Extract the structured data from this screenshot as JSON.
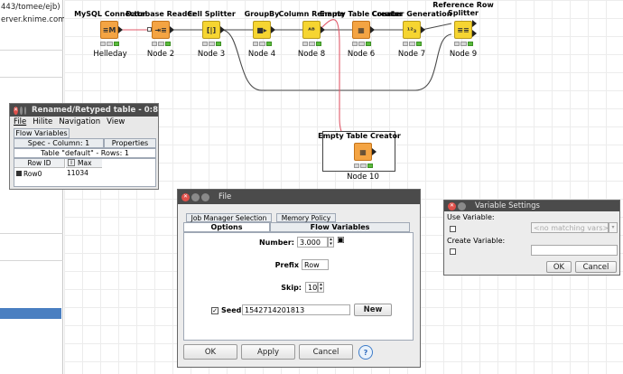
{
  "left_panel": {
    "lines": [
      "443/tomee/ejb)",
      "erver.knime.com"
    ]
  },
  "workflow": {
    "nodes": [
      {
        "title": "MySQL Connector",
        "label": "Helleday",
        "icon": "database-connector-icon",
        "glyph": "≡M"
      },
      {
        "title": "Database Reader",
        "label": "Node 2",
        "icon": "database-reader-icon",
        "glyph": "⇥≡"
      },
      {
        "title": "Cell Splitter",
        "label": "Node 3",
        "icon": "cell-splitter-icon",
        "glyph": "[|]"
      },
      {
        "title": "GroupBy",
        "label": "Node 4",
        "icon": "groupby-icon",
        "glyph": "■▸"
      },
      {
        "title": "Column Rename",
        "label": "Node 8",
        "icon": "column-rename-icon",
        "glyph": "ᴬᴮ"
      },
      {
        "title": "Empty Table Creator",
        "label": "Node 6",
        "icon": "table-creator-icon",
        "glyph": "▦"
      },
      {
        "title": "Counter Generation",
        "label": "Node 7",
        "icon": "counter-generation-icon",
        "glyph": "¹²₃"
      },
      {
        "title": "Reference Row Splitter",
        "label": "Node 9",
        "icon": "row-splitter-icon",
        "glyph": "≡≡"
      },
      {
        "title": "Empty Table Creator",
        "label": "Node 10",
        "icon": "table-creator-icon",
        "glyph": "▦"
      }
    ]
  },
  "table_window": {
    "title": "Renamed/Retyped table - 0:8",
    "menu": [
      "File",
      "Hilite",
      "Navigation",
      "View"
    ],
    "tab_flow": "Flow Variables",
    "tab_spec": "Spec - Column: 1",
    "tab_props": "Properties",
    "table_caption": "Table \"default\" - Rows: 1",
    "col_rowid": "Row ID",
    "col_type": "I",
    "col_max": "Max",
    "row_id": "Row0",
    "row_value": "11034"
  },
  "file_dialog": {
    "title": "File",
    "tabs_back": [
      "Job Manager Selection",
      "Memory Policy"
    ],
    "tabs_front": [
      "Options",
      "Flow Variables"
    ],
    "number_label": "Number:",
    "number_value": "3.000",
    "prefix_label": "Prefix",
    "prefix_value": "Row",
    "skip_label": "Skip:",
    "skip_value": "10",
    "seed_label": "Seed",
    "seed_checked": true,
    "seed_value": "1542714201813",
    "new_button": "New",
    "ok_button": "OK",
    "apply_button": "Apply",
    "cancel_button": "Cancel",
    "help_glyph": "?"
  },
  "variable_settings": {
    "title": "Variable Settings",
    "use_variable_label": "Use Variable:",
    "no_matching_placeholder": "<no matching vars>",
    "create_variable_label": "Create Variable:",
    "ok_button": "OK",
    "cancel_button": "Cancel"
  },
  "colors": {
    "node_orange": "#f4a443",
    "node_yellow": "#f6d531",
    "connection_red": "#e05a6a",
    "connection_gray": "#4a4a4a",
    "titlebar_dark": "#4b4b4b",
    "selection_blue": "#4a7fc1"
  }
}
